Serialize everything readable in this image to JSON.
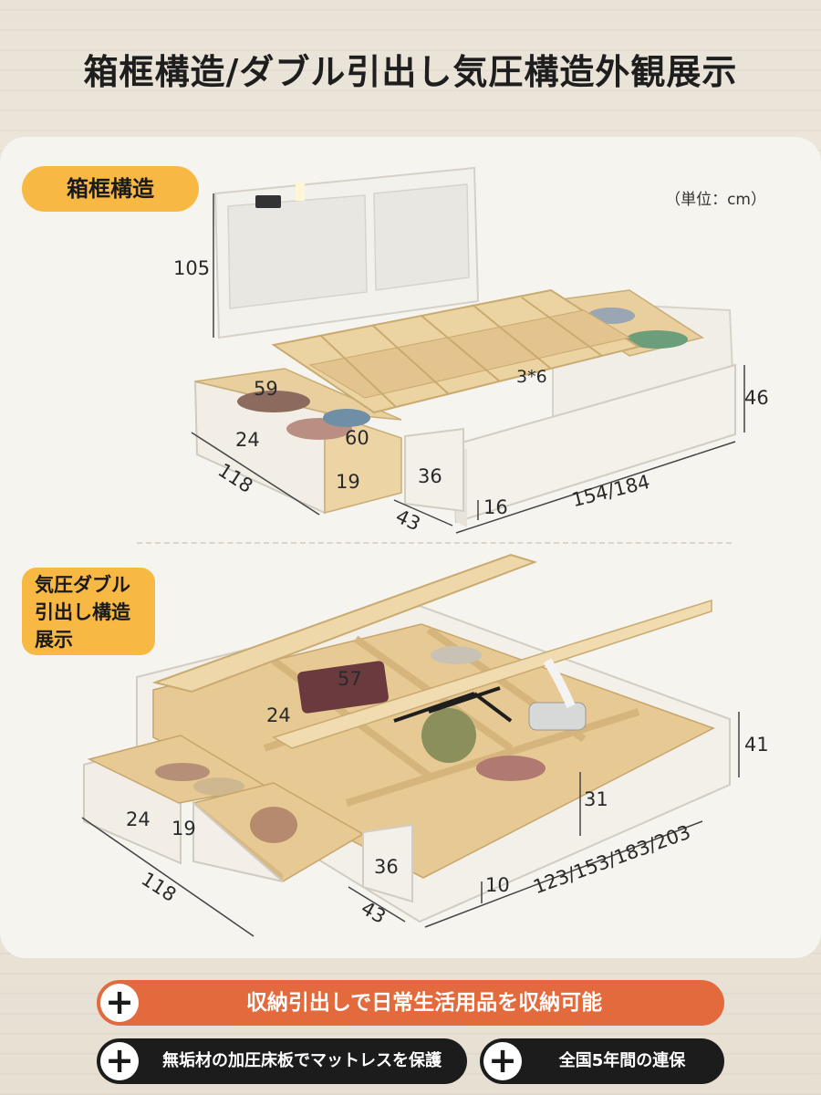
{
  "title": "箱框構造/ダブル引出し気圧構造外観展示",
  "section1": {
    "label": "箱框構造",
    "unit": "（単位：cm）",
    "dims": [
      "105",
      "59",
      "60",
      "3*6",
      "46",
      "24",
      "118",
      "19",
      "36",
      "43",
      "16",
      "154/184"
    ]
  },
  "section2": {
    "label_lines": [
      "気圧ダブル",
      "引出し構造",
      "展示"
    ],
    "dims": [
      "57",
      "24",
      "41",
      "31",
      "24",
      "19",
      "118",
      "36",
      "43",
      "10",
      "123/153/183/203"
    ]
  },
  "features": [
    "収納引出しで日常生活用品を収納可能",
    "無垢材の加圧床板でマットレスを保護",
    "全国5年間の連保"
  ],
  "colors": {
    "accent_yellow": "#f7b844",
    "accent_orange": "#e36a3c",
    "dark": "#1c1c1c",
    "wood": "#e9cf9d",
    "frame_white": "#f4f1ea"
  },
  "icons": [
    "plus-icon"
  ]
}
